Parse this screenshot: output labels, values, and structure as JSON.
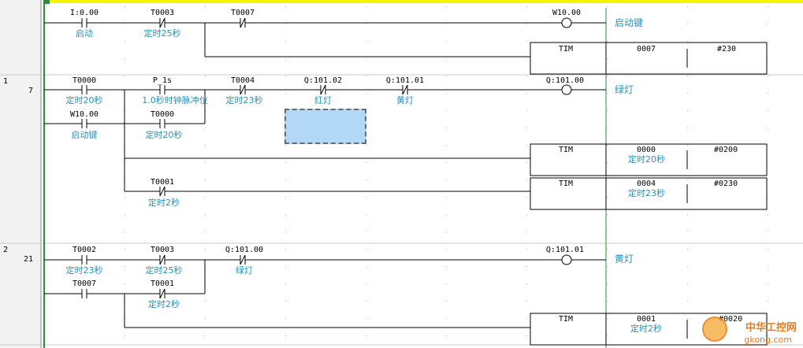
{
  "rungs": [
    {
      "number": "",
      "step": ""
    },
    {
      "number": "1",
      "step": "7"
    },
    {
      "number": "2",
      "step": "21"
    }
  ],
  "rung0": {
    "c1_addr": "I:0.00",
    "c1_cmt": "启动",
    "c2_addr": "T0003",
    "c2_cmt": "定时25秒",
    "c3_addr": "T0007",
    "coil_addr": "W10.00",
    "coil_cmt": "启动键",
    "tim_name": "TIM",
    "tim_num": "0007",
    "tim_set": "#230"
  },
  "rung1": {
    "c1_addr": "T0000",
    "c1_cmt": "定时20秒",
    "c2_addr": "P_1s",
    "c2_cmt": "1.0秒时钟脉冲位",
    "c3_addr": "T0004",
    "c3_cmt": "定时23秒",
    "c4_addr": "Q:101.02",
    "c4_cmt": "红灯",
    "c5_addr": "Q:101.01",
    "c5_cmt": "黄灯",
    "b1_addr": "W10.00",
    "b1_cmt": "启动键",
    "b2_addr": "T0000",
    "b2_cmt": "定时20秒",
    "b3_addr": "T0001",
    "b3_cmt": "定时2秒",
    "coil_addr": "Q:101.00",
    "coil_cmt": "绿灯",
    "tim1_name": "TIM",
    "tim1_num": "0000",
    "tim1_cmt": "定时20秒",
    "tim1_set": "#0200",
    "tim2_name": "TIM",
    "tim2_num": "0004",
    "tim2_cmt": "定时23秒",
    "tim2_set": "#0230"
  },
  "rung2": {
    "c1_addr": "T0002",
    "c1_cmt": "定时23秒",
    "c2_addr": "T0003",
    "c2_cmt": "定时25秒",
    "c3_addr": "Q:101.00",
    "c3_cmt": "绿灯",
    "b1_addr": "T0007",
    "b2_addr": "T0001",
    "b2_cmt": "定时2秒",
    "coil_addr": "Q:101.01",
    "coil_cmt": "黄灯",
    "tim_name": "TIM",
    "tim_num": "0001",
    "tim_cmt": "定时2秒",
    "tim_set": "#0020"
  },
  "watermark": {
    "line1": "中华工控网",
    "line2": "gkong.com"
  },
  "colors": {
    "rail": "#2e8b3a",
    "comment": "#2a8fb5",
    "top_bar": "#f5f500",
    "selection": "#b3d8f7"
  }
}
